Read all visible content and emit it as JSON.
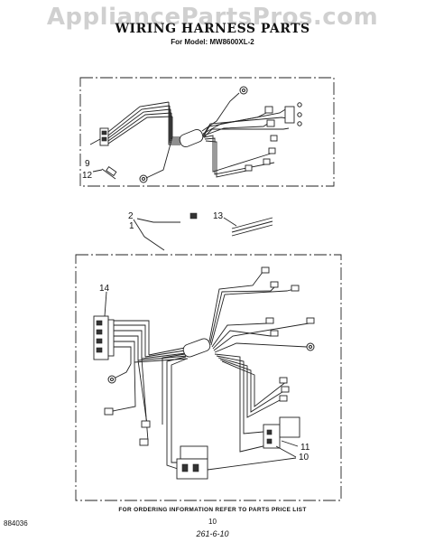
{
  "watermark": "AppliancePartsPros.com",
  "header": {
    "title": "WIRING HARNESS PARTS",
    "model": "For Model: MW8600XL-2"
  },
  "callouts": {
    "c9": "9",
    "c12": "12",
    "c2": "2",
    "c1": "1",
    "c13": "13",
    "c14": "14",
    "c11": "11",
    "c10": "10"
  },
  "footer": {
    "ordering_note": "FOR ORDERING INFORMATION REFER TO PARTS PRICE LIST",
    "part_number": "884036",
    "page_number": "10",
    "handwritten": "261-6-10"
  }
}
